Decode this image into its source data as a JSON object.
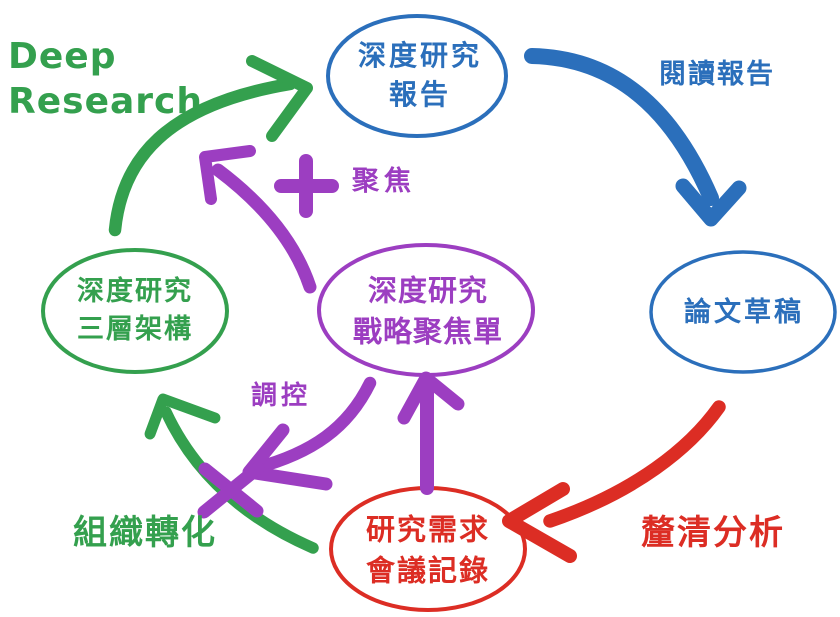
{
  "colors": {
    "blue": "#2b6fbb",
    "green": "#34a04e",
    "purple": "#9c3ec1",
    "red": "#dc2d24"
  },
  "annotation": {
    "line1": "Deep",
    "line2": "Research"
  },
  "nodes": {
    "report": {
      "line1": "深度研究",
      "line2": "報告"
    },
    "architecture": {
      "line1": "深度研究",
      "line2": "三層架構"
    },
    "focus_list": {
      "line1": "深度研究",
      "line2": "戰略聚焦單"
    },
    "draft": {
      "label": "論文草稿"
    },
    "meeting_notes": {
      "line1": "研究需求",
      "line2": "會議記錄"
    }
  },
  "labels": {
    "read_report": "閱讀報告",
    "focus": "聚焦",
    "regulate": "調控",
    "org_transform": "組織轉化",
    "clarify_analysis": "釐清分析"
  }
}
